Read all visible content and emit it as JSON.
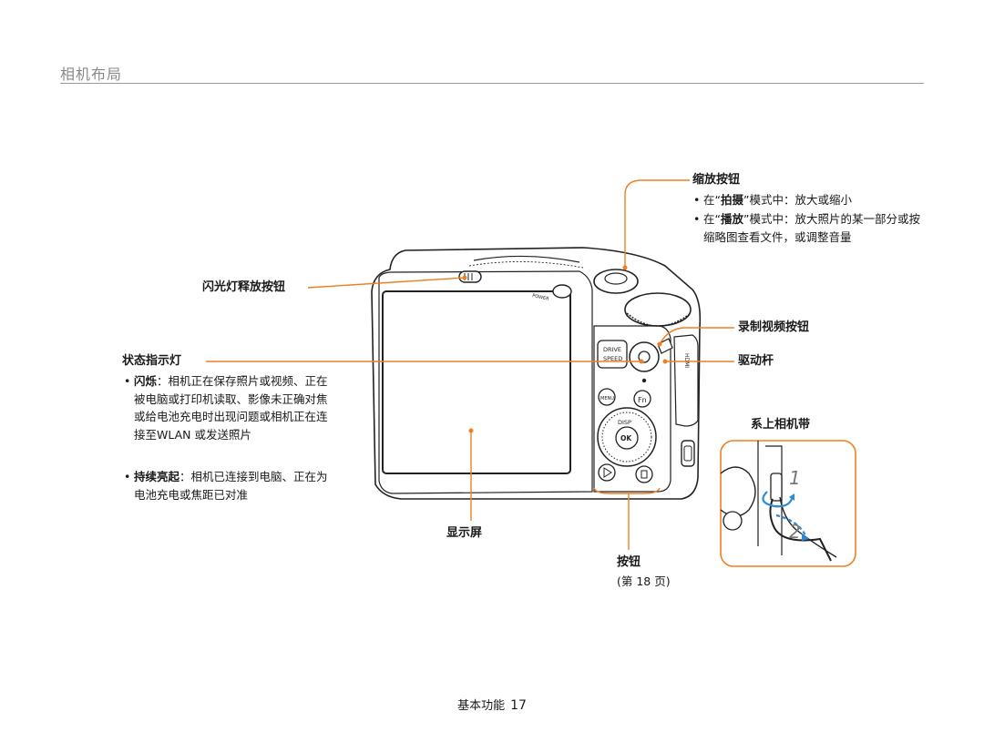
{
  "page": {
    "section_title": "相机布局",
    "footer_text": "基本功能",
    "page_number": "17"
  },
  "callouts": {
    "zoom": {
      "title": "缩放按钮",
      "items": [
        {
          "prefix": "在“",
          "mode": "拍摄",
          "suffix": "”模式中",
          "desc": "：放大或缩小"
        },
        {
          "prefix": "在“",
          "mode": "播放",
          "suffix": "”模式中",
          "desc": "：放大照片的某一部分或按缩略图查看文件，或调整音量"
        }
      ]
    },
    "flash_release": {
      "title": "闪光灯释放按钮"
    },
    "status_lamp": {
      "title": "状态指示灯",
      "items": [
        {
          "term": "闪烁",
          "desc": "：相机正在保存照片或视频、正在被电脑或打印机读取、影像未正确对焦或给电池充电时出现问题或相机正在连接至WLAN 或发送照片"
        },
        {
          "term": "持续亮起",
          "desc": "：相机已连接到电脑、正在为电池充电或焦距已对准"
        }
      ]
    },
    "record_video": {
      "title": "录制视频按钮"
    },
    "drive_lever": {
      "title": "驱动杆"
    },
    "strap": {
      "title": "系上相机带"
    },
    "display": {
      "title": "显示屏"
    },
    "buttons": {
      "title": "按钮",
      "ref": "(第 18 页)"
    }
  },
  "camera_markings": {
    "drive": "DRIVE",
    "speed": "SPEED",
    "menu": "MENU",
    "fn": "Fn",
    "disp": "DISP",
    "ok": "OK",
    "power": "POWER",
    "hdmi": "HDMI",
    "strap_step_1": "1",
    "strap_step_2": "2"
  },
  "colors": {
    "accent": "#f07f22",
    "strap_arrow": "#2a8cd8",
    "camera_line": "#222222",
    "rule": "#9a9a9a"
  }
}
